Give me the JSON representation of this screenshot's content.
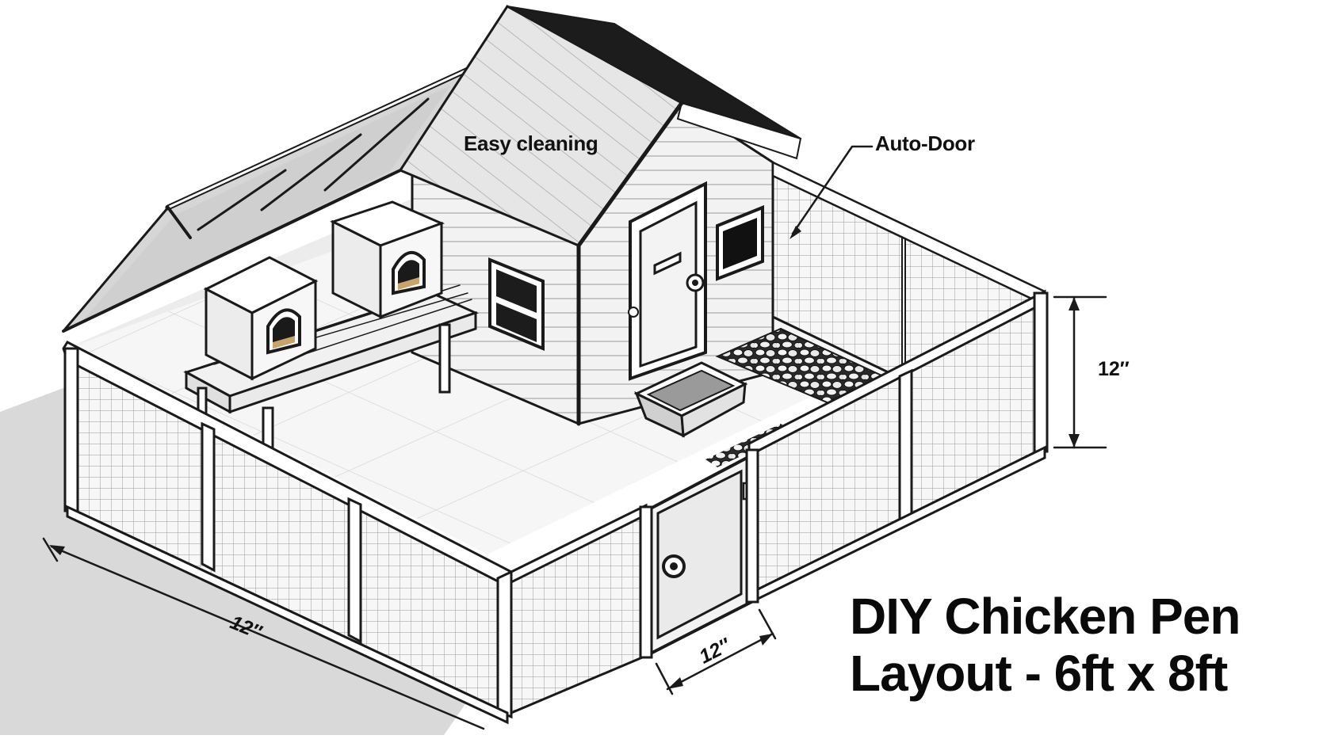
{
  "title": {
    "line1": "DIY Chicken Pen",
    "line2": "Layout - 6ft x 8ft"
  },
  "callouts": {
    "easy_cleaning": "Easy cleaning",
    "auto_door": "Auto-Door"
  },
  "dimensions": {
    "front_length": "12″",
    "gate_width": "12″",
    "height": "12″"
  },
  "colors": {
    "ink": "#1a1a1a",
    "shadow": "#d9d9d9",
    "mesh": "#9a9a9a",
    "roof": "#e8e8e8",
    "sand": "#d8bf99"
  }
}
